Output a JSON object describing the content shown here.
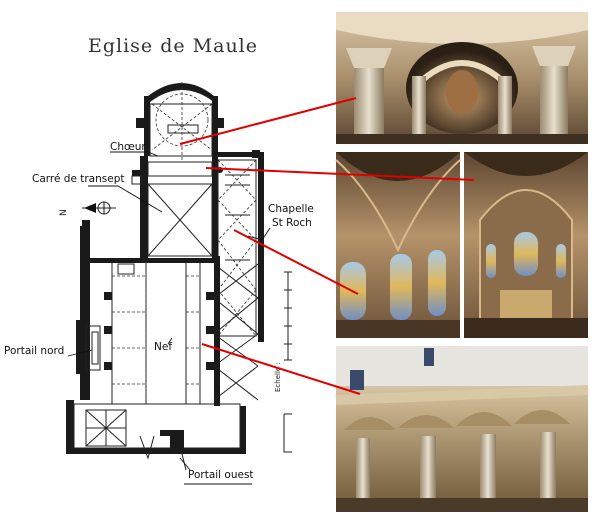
{
  "title": "Eglise de Maule",
  "labels": {
    "choeur": "Chœur",
    "carre": "Carré de transept",
    "chapelle_1": "Chapelle",
    "chapelle_2": "St Roch",
    "portail_nord": "Portail nord",
    "nef": "Nef",
    "portail_ouest": "Portail ouest",
    "echelle": "Echelle :",
    "north": "N"
  },
  "colors": {
    "pointer": "#e00000",
    "ink": "#1a1a1a"
  },
  "photos": [
    {
      "name": "crypt-photo"
    },
    {
      "name": "chapel-photo"
    },
    {
      "name": "choir-photo"
    },
    {
      "name": "nave-photo"
    }
  ]
}
